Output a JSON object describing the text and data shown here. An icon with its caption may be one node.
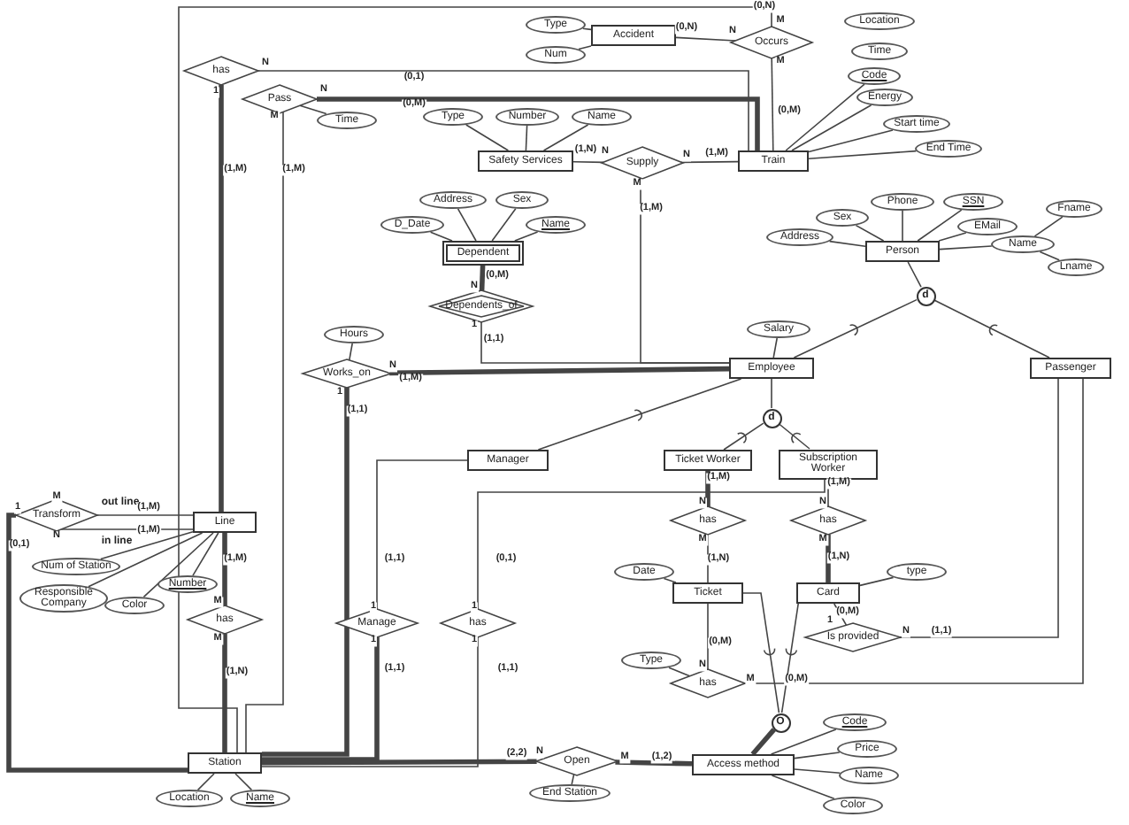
{
  "diagram": {
    "nodes": [
      {
        "text": [
          "Accident"
        ]
      },
      {
        "text": [
          "Type"
        ]
      },
      {
        "text": [
          "Num"
        ]
      },
      {
        "text": [
          "Occurs"
        ]
      },
      {
        "text": [
          "Location"
        ]
      },
      {
        "text": [
          "Time"
        ]
      },
      {
        "text": [
          "has"
        ]
      },
      {
        "text": [
          "Pass"
        ]
      },
      {
        "text": [
          "Time"
        ]
      },
      {
        "text": [
          "Code"
        ]
      },
      {
        "text": [
          "Energy"
        ]
      },
      {
        "text": [
          "Start time"
        ]
      },
      {
        "text": [
          "End Time"
        ]
      },
      {
        "text": [
          "Type"
        ]
      },
      {
        "text": [
          "Number"
        ]
      },
      {
        "text": [
          "Name"
        ]
      },
      {
        "text": [
          "Safety Services"
        ]
      },
      {
        "text": [
          "Supply"
        ]
      },
      {
        "text": [
          "Train"
        ]
      },
      {
        "text": [
          "Address"
        ]
      },
      {
        "text": [
          "Sex"
        ]
      },
      {
        "text": [
          "D_Date"
        ]
      },
      {
        "text": [
          "Name"
        ]
      },
      {
        "text": [
          "Dependent"
        ]
      },
      {
        "text": [
          "Dependents_of"
        ]
      },
      {
        "text": [
          "Phone"
        ]
      },
      {
        "text": [
          "SSN"
        ]
      },
      {
        "text": [
          "Sex"
        ]
      },
      {
        "text": [
          "EMail"
        ]
      },
      {
        "text": [
          "Address"
        ]
      },
      {
        "text": [
          "Name"
        ]
      },
      {
        "text": [
          "Fname"
        ]
      },
      {
        "text": [
          "Lname"
        ]
      },
      {
        "text": [
          "Person"
        ]
      },
      {
        "text": [
          "d"
        ]
      },
      {
        "text": [
          "Salary"
        ]
      },
      {
        "text": [
          "Hours"
        ]
      },
      {
        "text": [
          "Works_on"
        ]
      },
      {
        "text": [
          "Employee"
        ]
      },
      {
        "text": [
          "Passenger"
        ]
      },
      {
        "text": [
          "d"
        ]
      },
      {
        "text": [
          "Manager"
        ]
      },
      {
        "text": [
          "Ticket Worker"
        ]
      },
      {
        "text": [
          "Subscription Worker"
        ]
      },
      {
        "text": [
          "Transform"
        ]
      },
      {
        "text": [
          "Line"
        ]
      },
      {
        "text": [
          "Num of Station"
        ]
      },
      {
        "text": [
          "Responsible Company"
        ]
      },
      {
        "text": [
          "Color"
        ]
      },
      {
        "text": [
          "Number"
        ]
      },
      {
        "text": [
          "has"
        ]
      },
      {
        "text": [
          "has"
        ]
      },
      {
        "text": [
          "Date"
        ]
      },
      {
        "text": [
          "Ticket"
        ]
      },
      {
        "text": [
          "Card"
        ]
      },
      {
        "text": [
          "type"
        ]
      },
      {
        "text": [
          "has"
        ]
      },
      {
        "text": [
          "Manage"
        ]
      },
      {
        "text": [
          "has"
        ]
      },
      {
        "text": [
          "Is provided"
        ]
      },
      {
        "text": [
          "Type"
        ]
      },
      {
        "text": [
          "has"
        ]
      },
      {
        "text": [
          "O"
        ]
      },
      {
        "text": [
          "Station"
        ]
      },
      {
        "text": [
          "Open"
        ]
      },
      {
        "text": [
          "End Station"
        ]
      },
      {
        "text": [
          "Access method"
        ]
      },
      {
        "text": [
          "Code"
        ]
      },
      {
        "text": [
          "Price"
        ]
      },
      {
        "text": [
          "Name"
        ]
      },
      {
        "text": [
          "Color"
        ]
      },
      {
        "text": [
          "Location"
        ]
      },
      {
        "text": [
          "Name"
        ]
      }
    ],
    "edges": [
      {
        "from": 1,
        "to": 0,
        "arrow": "none"
      },
      {
        "from": 2,
        "to": 0,
        "arrow": "none"
      },
      {
        "from": 0,
        "to": 3,
        "arrow": "none"
      },
      {
        "from": 3,
        "to": 18,
        "arrow": "none"
      },
      {
        "from": 3,
        "to": 63,
        "arrow": "none"
      },
      {
        "from": 6,
        "to": 18,
        "arrow": "none"
      },
      {
        "from": 6,
        "to": 45,
        "arrow": "none",
        "style": "thick"
      },
      {
        "from": 7,
        "to": 18,
        "arrow": "none",
        "style": "thick"
      },
      {
        "from": 7,
        "to": 63,
        "arrow": "none"
      },
      {
        "from": 8,
        "to": 7,
        "arrow": "none"
      },
      {
        "from": 9,
        "to": 18,
        "arrow": "none"
      },
      {
        "from": 10,
        "to": 18,
        "arrow": "none"
      },
      {
        "from": 11,
        "to": 18,
        "arrow": "none"
      },
      {
        "from": 12,
        "to": 18,
        "arrow": "none"
      },
      {
        "from": 13,
        "to": 16,
        "arrow": "none"
      },
      {
        "from": 14,
        "to": 16,
        "arrow": "none"
      },
      {
        "from": 15,
        "to": 16,
        "arrow": "none"
      },
      {
        "from": 16,
        "to": 17,
        "arrow": "none"
      },
      {
        "from": 17,
        "to": 18,
        "arrow": "none"
      },
      {
        "from": 17,
        "to": 38,
        "arrow": "none"
      },
      {
        "from": 19,
        "to": 23,
        "arrow": "none"
      },
      {
        "from": 20,
        "to": 23,
        "arrow": "none"
      },
      {
        "from": 21,
        "to": 23,
        "arrow": "none"
      },
      {
        "from": 22,
        "to": 23,
        "arrow": "none"
      },
      {
        "from": 23,
        "to": 24,
        "arrow": "none",
        "style": "thick"
      },
      {
        "from": 24,
        "to": 38,
        "arrow": "none"
      },
      {
        "from": 25,
        "to": 33,
        "arrow": "none"
      },
      {
        "from": 26,
        "to": 33,
        "arrow": "none"
      },
      {
        "from": 27,
        "to": 33,
        "arrow": "none"
      },
      {
        "from": 28,
        "to": 33,
        "arrow": "none"
      },
      {
        "from": 29,
        "to": 33,
        "arrow": "none"
      },
      {
        "from": 30,
        "to": 33,
        "arrow": "none"
      },
      {
        "from": 31,
        "to": 30,
        "arrow": "none"
      },
      {
        "from": 32,
        "to": 30,
        "arrow": "none"
      },
      {
        "from": 33,
        "to": 34,
        "arrow": "none"
      },
      {
        "from": 34,
        "to": 38,
        "arrow": "none"
      },
      {
        "from": 34,
        "to": 39,
        "arrow": "none"
      },
      {
        "from": 35,
        "to": 38,
        "arrow": "none"
      },
      {
        "from": 36,
        "to": 37,
        "arrow": "none"
      },
      {
        "from": 37,
        "to": 38,
        "arrow": "none",
        "style": "thick"
      },
      {
        "from": 37,
        "to": 63,
        "arrow": "none",
        "style": "thick"
      },
      {
        "from": 38,
        "to": 40,
        "arrow": "none"
      },
      {
        "from": 40,
        "to": 42,
        "arrow": "none"
      },
      {
        "from": 40,
        "to": 43,
        "arrow": "none"
      },
      {
        "from": 38,
        "to": 41,
        "arrow": "none"
      },
      {
        "from": 41,
        "to": 57,
        "arrow": "none"
      },
      {
        "from": 57,
        "to": 63,
        "arrow": "none",
        "style": "thick"
      },
      {
        "from": 58,
        "to": 43,
        "arrow": "none"
      },
      {
        "from": 58,
        "to": 63,
        "arrow": "none"
      },
      {
        "from": 42,
        "to": 50,
        "arrow": "none",
        "style": "thick"
      },
      {
        "from": 50,
        "to": 53,
        "arrow": "none"
      },
      {
        "from": 43,
        "to": 51,
        "arrow": "none"
      },
      {
        "from": 51,
        "to": 54,
        "arrow": "none",
        "style": "thick"
      },
      {
        "from": 52,
        "to": 53,
        "arrow": "none"
      },
      {
        "from": 55,
        "to": 54,
        "arrow": "none"
      },
      {
        "from": 54,
        "to": 59,
        "arrow": "none"
      },
      {
        "from": 59,
        "to": 39,
        "arrow": "none"
      },
      {
        "from": 53,
        "to": 61,
        "arrow": "none"
      },
      {
        "from": 60,
        "to": 61,
        "arrow": "none"
      },
      {
        "from": 61,
        "to": 39,
        "arrow": "none"
      },
      {
        "from": 62,
        "to": 53,
        "arrow": "none"
      },
      {
        "from": 62,
        "to": 54,
        "arrow": "none"
      },
      {
        "from": 62,
        "to": 66,
        "arrow": "none",
        "style": "thick"
      },
      {
        "from": 63,
        "to": 64,
        "arrow": "none",
        "style": "thick"
      },
      {
        "from": 64,
        "to": 66,
        "arrow": "none",
        "style": "thick"
      },
      {
        "from": 65,
        "to": 64,
        "arrow": "none"
      },
      {
        "from": 44,
        "to": 45,
        "arrow": "none",
        "label": "out line"
      },
      {
        "from": 44,
        "to": 45,
        "arrow": "none",
        "label": "in line"
      },
      {
        "from": 44,
        "to": 63,
        "arrow": "none",
        "style": "thick"
      },
      {
        "from": 45,
        "to": 56,
        "arrow": "none",
        "style": "thick"
      },
      {
        "from": 56,
        "to": 63,
        "arrow": "none",
        "style": "thick"
      },
      {
        "from": 46,
        "to": 45,
        "arrow": "none"
      },
      {
        "from": 47,
        "to": 45,
        "arrow": "none"
      },
      {
        "from": 48,
        "to": 45,
        "arrow": "none"
      },
      {
        "from": 49,
        "to": 45,
        "arrow": "none"
      },
      {
        "from": 71,
        "to": 63,
        "arrow": "none"
      },
      {
        "from": 72,
        "to": 63,
        "arrow": "none"
      },
      {
        "from": 67,
        "to": 66,
        "arrow": "none"
      },
      {
        "from": 68,
        "to": 66,
        "arrow": "none"
      },
      {
        "from": 69,
        "to": 66,
        "arrow": "none"
      },
      {
        "from": 70,
        "to": 66,
        "arrow": "none"
      }
    ],
    "labels": [
      "(0,N)",
      "M",
      "(0,N)",
      "N",
      "N",
      "(0,1)",
      "M",
      "N",
      "(0,M)",
      "1",
      "M",
      "(0,M)",
      "(1,N)",
      "N",
      "N",
      "(1,M)",
      "(1,M)",
      "(1,M)",
      "M",
      "(1,M)",
      "(0,M)",
      "N",
      "1",
      "(1,1)",
      "N",
      "(1,M)",
      "1",
      "(1,1)",
      "M",
      "1",
      "(1,M)",
      "N",
      "(1,M)",
      "(0,1)",
      "(1,M)",
      "(1,M)",
      "(1,M)",
      "N",
      "N",
      "M",
      "M",
      "(1,1)",
      "(0,1)",
      "(1,N)",
      "(1,N)",
      "M",
      "1",
      "1",
      "(0,M)",
      "1",
      "M",
      "1",
      "1",
      "N",
      "(1,1)",
      "(1,1)",
      "(1,1)",
      "(0,M)",
      "N",
      "(1,N)",
      "M",
      "(0,M)",
      "(2,2)",
      "N",
      "M",
      "(1,2)"
    ]
  }
}
